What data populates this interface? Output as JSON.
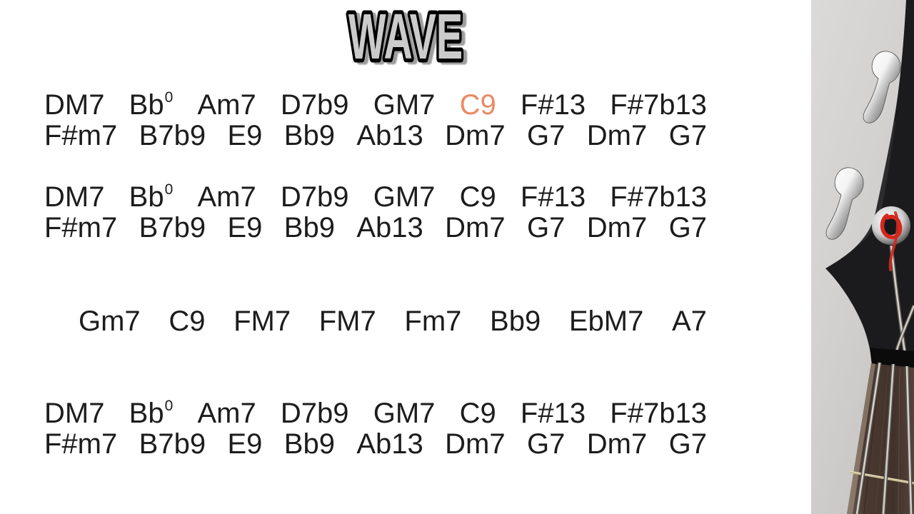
{
  "title": {
    "text": "WAVE"
  },
  "colors": {
    "chord_text": "#1C1C1C",
    "accent_chord": "#EC8A64",
    "title_fill": "#CBCBCB",
    "title_outline": "#000000"
  },
  "chord_chart": {
    "sections": [
      {
        "name": "a-section-1",
        "lines": [
          [
            {
              "t": "DM7"
            },
            {
              "t": "Bb",
              "sup": "0"
            },
            {
              "t": "Am7"
            },
            {
              "t": "D7b9"
            },
            {
              "t": "GM7"
            },
            {
              "t": "C9",
              "accent": true
            },
            {
              "t": "F#13"
            },
            {
              "t": "F#7b13"
            }
          ],
          [
            {
              "t": "F#m7"
            },
            {
              "t": "B7b9"
            },
            {
              "t": "E9"
            },
            {
              "t": "Bb9"
            },
            {
              "t": "Ab13"
            },
            {
              "t": "Dm7"
            },
            {
              "t": "G7"
            },
            {
              "t": "Dm7"
            },
            {
              "t": "G7"
            }
          ]
        ]
      },
      {
        "name": "a-section-2",
        "lines": [
          [
            {
              "t": "DM7"
            },
            {
              "t": "Bb",
              "sup": "0"
            },
            {
              "t": "Am7"
            },
            {
              "t": "D7b9"
            },
            {
              "t": "GM7"
            },
            {
              "t": "C9"
            },
            {
              "t": "F#13"
            },
            {
              "t": "F#7b13"
            }
          ],
          [
            {
              "t": "F#m7"
            },
            {
              "t": "B7b9"
            },
            {
              "t": "E9"
            },
            {
              "t": "Bb9"
            },
            {
              "t": "Ab13"
            },
            {
              "t": "Dm7"
            },
            {
              "t": "G7"
            },
            {
              "t": "Dm7"
            },
            {
              "t": "G7"
            }
          ]
        ]
      },
      {
        "name": "bridge",
        "lines": [
          [
            {
              "t": "Gm7"
            },
            {
              "t": "C9"
            },
            {
              "t": "FM7"
            },
            {
              "t": "FM7"
            },
            {
              "t": "Fm7"
            },
            {
              "t": "Bb9"
            },
            {
              "t": "EbM7"
            },
            {
              "t": "A7"
            }
          ]
        ]
      },
      {
        "name": "a-section-3",
        "lines": [
          [
            {
              "t": "DM7"
            },
            {
              "t": "Bb",
              "sup": "0"
            },
            {
              "t": "Am7"
            },
            {
              "t": "D7b9"
            },
            {
              "t": "GM7"
            },
            {
              "t": "C9"
            },
            {
              "t": "F#13"
            },
            {
              "t": "F#7b13"
            }
          ],
          [
            {
              "t": "F#m7"
            },
            {
              "t": "B7b9"
            },
            {
              "t": "E9"
            },
            {
              "t": "Bb9"
            },
            {
              "t": "Ab13"
            },
            {
              "t": "Dm7"
            },
            {
              "t": "G7"
            },
            {
              "t": "Dm7"
            },
            {
              "t": "G7"
            }
          ]
        ]
      }
    ]
  },
  "photo": {
    "name": "bass-guitar-headstock"
  }
}
